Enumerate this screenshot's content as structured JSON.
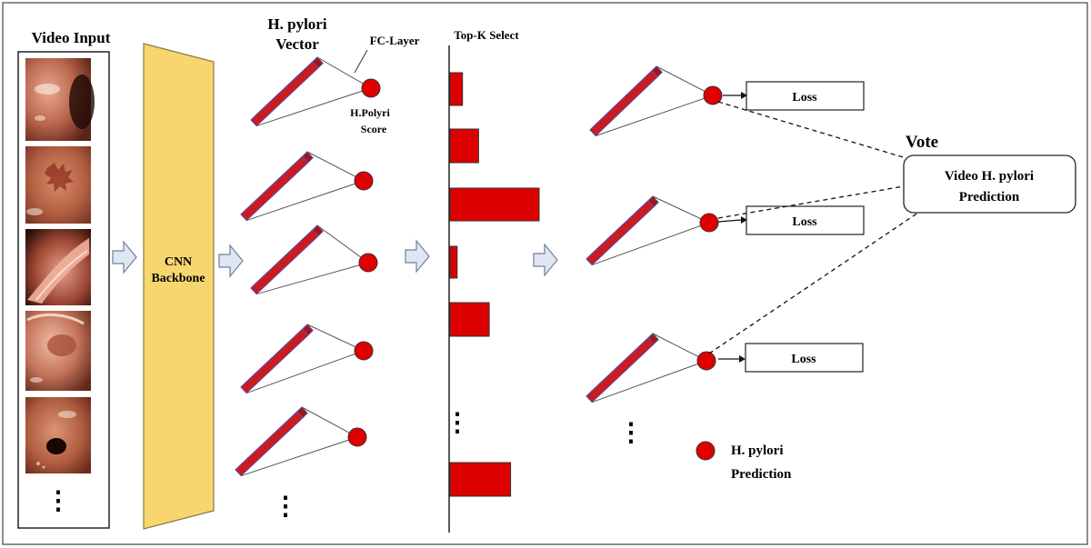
{
  "labels": {
    "video_input": "Video Input",
    "cnn_line1": "CNN",
    "cnn_line2": "Backbone",
    "vector_line1": "H. pylori",
    "vector_line2": "Vector",
    "fc_layer": "FC-Layer",
    "score_line1": "H.Polyri",
    "score_line2": "Score",
    "topk": "Top-K Select",
    "vote": "Vote",
    "video_pred_line1": "Video H. pylori",
    "video_pred_line2": "Prediction",
    "legend_line1": "H. pylori",
    "legend_line2": "Prediction",
    "loss_1": "Loss",
    "loss_2": "Loss",
    "loss_3": "Loss",
    "ellipsis": "⋮"
  },
  "topk_scores": [
    0.14,
    0.32,
    1.0,
    0.08,
    0.44,
    0.68
  ],
  "colors": {
    "vector_red": "#cc1a1f",
    "vector_edge": "#5b4ea8",
    "node_red": "#e00000",
    "backbone_fill": "#f7d66f",
    "backbone_stroke": "#8a7a3e",
    "arrow_fill": "#dfe7f3",
    "arrow_stroke": "#6f7f9a"
  },
  "frame_icons": [
    "endoscopy-frame-1",
    "endoscopy-frame-2",
    "endoscopy-frame-3",
    "endoscopy-frame-4",
    "endoscopy-frame-5"
  ]
}
